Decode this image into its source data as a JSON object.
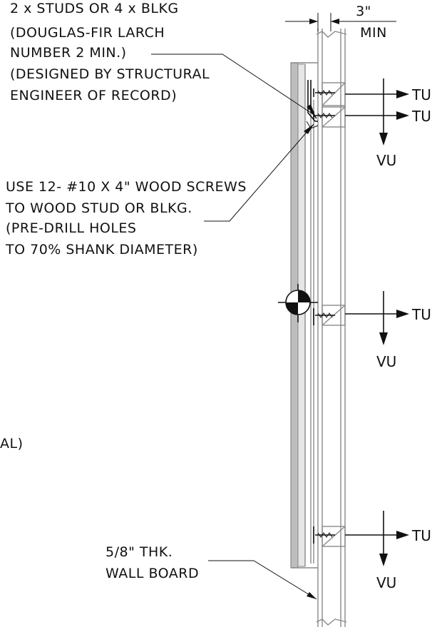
{
  "notes": {
    "studs": [
      "2 x STUDS OR 4 x BLKG",
      "(DOUGLAS-FIR LARCH",
      "NUMBER 2 MIN.)",
      "(DESIGNED BY STRUCTURAL",
      "ENGINEER OF RECORD)"
    ],
    "screws": [
      "USE 12- #10 X 4\" WOOD SCREWS",
      "TO WOOD STUD OR BLKG.",
      "(PRE-DRILL HOLES",
      "TO 70% SHANK DIAMETER)"
    ],
    "wallboard": [
      "5/8\" THK.",
      "WALL BOARD"
    ],
    "partial": "AL)"
  },
  "dimension": {
    "value": "3\"",
    "unit": "MIN"
  },
  "forces": {
    "tension": "TU",
    "shear": "VU"
  },
  "colors": {
    "ink": "#111111",
    "wall_gray": "#8a8a8a",
    "wallboard_fill": "#bdbdbd"
  }
}
